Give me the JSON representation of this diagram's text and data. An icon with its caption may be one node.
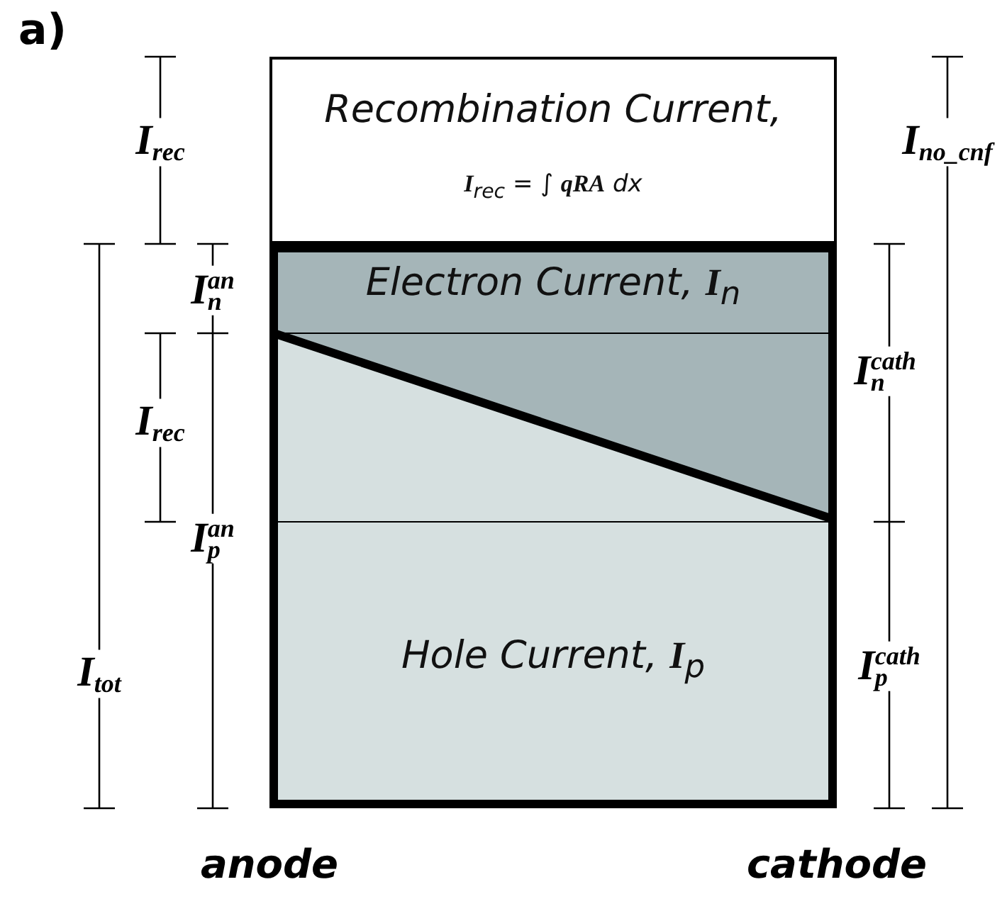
{
  "diagram": {
    "nodes": [
      {
        "text": [
          "Recombination Current,",
          "**I**$_{rec}$ = ∫ **qRA** dx"
        ]
      },
      {
        "text": [
          "Electron Current, **I**$_{n}$"
        ]
      },
      {
        "text": [
          "Hole Current, **I**$_{p}$"
        ]
      }
    ],
    "labels": [
      "a)",
      "I$_{rec}$",
      "I$_{no_cnf}$",
      "I$_{n}$$^{an}$",
      "I$_{n}$$^{cath}$",
      "I$_{rec}$",
      "I$_{p}$$^{an}$",
      "I$_{tot}$",
      "I$_{p}$$^{cath}$",
      "anode",
      "cathode"
    ]
  }
}
